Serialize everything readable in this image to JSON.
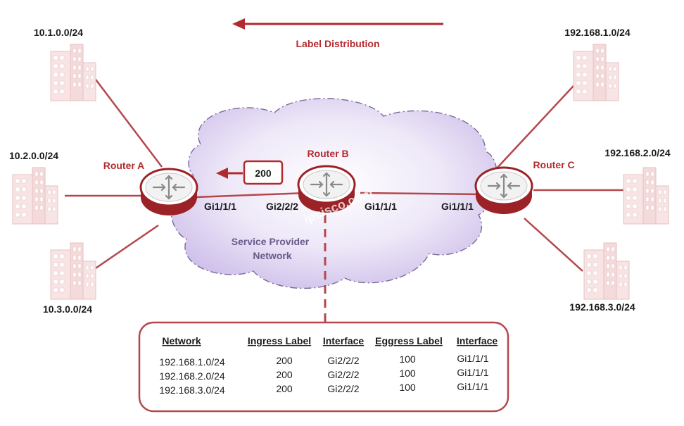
{
  "label_distribution": "Label Distribution",
  "label_box": "200",
  "routers": {
    "a": "Router A",
    "b": "Router B",
    "c": "Router C"
  },
  "networks": {
    "left": [
      "10.1.0.0/24",
      "10.2.0.0/24",
      "10.3.0.0/24"
    ],
    "right": [
      "192.168.1.0/24",
      "192.168.2.0/24",
      "192.168.3.0/24"
    ]
  },
  "interfaces": {
    "a_right": "Gi1/1/1",
    "b_left": "Gi2/2/2",
    "b_right": "Gi1/1/1",
    "c_left": "Gi1/1/1"
  },
  "cloud": {
    "line1": "Service Provider",
    "line2": "Network"
  },
  "watermark": "ipcisco.com",
  "table": {
    "headers": [
      "Network",
      "Ingress Label",
      "Interface",
      "Eggress Label",
      "Interface"
    ],
    "rows": [
      [
        "192.168.1.0/24",
        "200",
        "Gi2/2/2",
        "100",
        "Gi1/1/1"
      ],
      [
        "192.168.2.0/24",
        "200",
        "Gi2/2/2",
        "100",
        "Gi1/1/1"
      ],
      [
        "192.168.3.0/24",
        "200",
        "Gi2/2/2",
        "100",
        "Gi1/1/1"
      ]
    ]
  },
  "colors": {
    "accent": "#b12a2e",
    "cloud_fill": "#e4daf2",
    "cloud_stroke": "#7a6a9a",
    "building": "#f6dede"
  }
}
